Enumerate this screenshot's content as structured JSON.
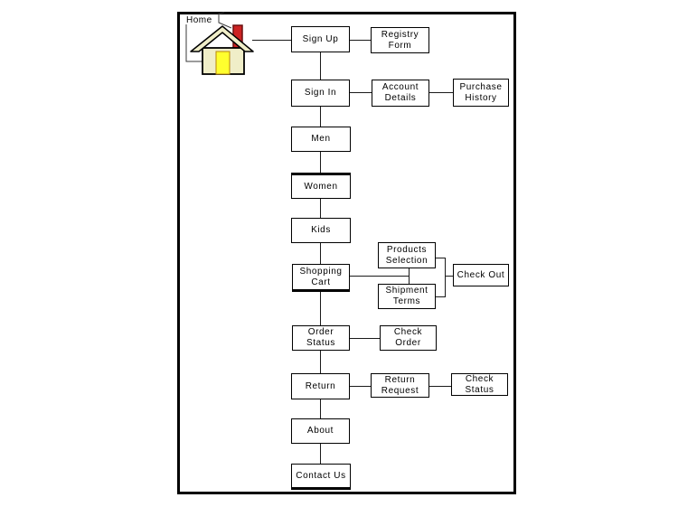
{
  "colors": {
    "frame-border": "#000000",
    "box-border": "#000000",
    "box-fill": "#ffffff",
    "line": "#1a1a1a",
    "house-wall": "#f0eec8",
    "house-roof": "#f0eec8",
    "house-outline": "#000000",
    "house-door": "#ffff2e",
    "house-door-border": "#b8860b",
    "house-chimney": "#cc2222",
    "house-chimney-border": "#6b1010",
    "page-line": "#3a3a3a"
  },
  "home": {
    "label": "Home"
  },
  "nodes": {
    "sign_up": {
      "label": "Sign Up"
    },
    "registry_form": {
      "label": "Registry\nForm"
    },
    "sign_in": {
      "label": "Sign In"
    },
    "account_details": {
      "label": "Account\nDetails"
    },
    "purchase_history": {
      "label": "Purchase\nHistory"
    },
    "men": {
      "label": "Men"
    },
    "women": {
      "label": "Women"
    },
    "kids": {
      "label": "Kids"
    },
    "shopping_cart": {
      "label": "Shopping\nCart"
    },
    "products_selection": {
      "label": "Products\nSelection"
    },
    "shipment_terms": {
      "label": "Shipment\nTerms"
    },
    "check_out": {
      "label": "Check Out"
    },
    "order_status": {
      "label": "Order\nStatus"
    },
    "check_order": {
      "label": "Check\nOrder"
    },
    "return": {
      "label": "Return"
    },
    "return_request": {
      "label": "Return\nRequest"
    },
    "check_status": {
      "label": "Check\nStatus"
    },
    "about": {
      "label": "About"
    },
    "contact_us": {
      "label": "Contact Us"
    }
  },
  "edges": [
    [
      "home",
      "sign_up"
    ],
    [
      "sign_up",
      "registry_form"
    ],
    [
      "sign_up",
      "sign_in"
    ],
    [
      "sign_in",
      "account_details"
    ],
    [
      "account_details",
      "purchase_history"
    ],
    [
      "sign_in",
      "men"
    ],
    [
      "men",
      "women"
    ],
    [
      "women",
      "kids"
    ],
    [
      "kids",
      "shopping_cart"
    ],
    [
      "shopping_cart",
      "products_selection"
    ],
    [
      "shopping_cart",
      "shipment_terms"
    ],
    [
      "products_selection",
      "check_out"
    ],
    [
      "shipment_terms",
      "check_out"
    ],
    [
      "shopping_cart",
      "order_status"
    ],
    [
      "order_status",
      "check_order"
    ],
    [
      "order_status",
      "return"
    ],
    [
      "return",
      "return_request"
    ],
    [
      "return_request",
      "check_status"
    ],
    [
      "return",
      "about"
    ],
    [
      "about",
      "contact_us"
    ]
  ]
}
